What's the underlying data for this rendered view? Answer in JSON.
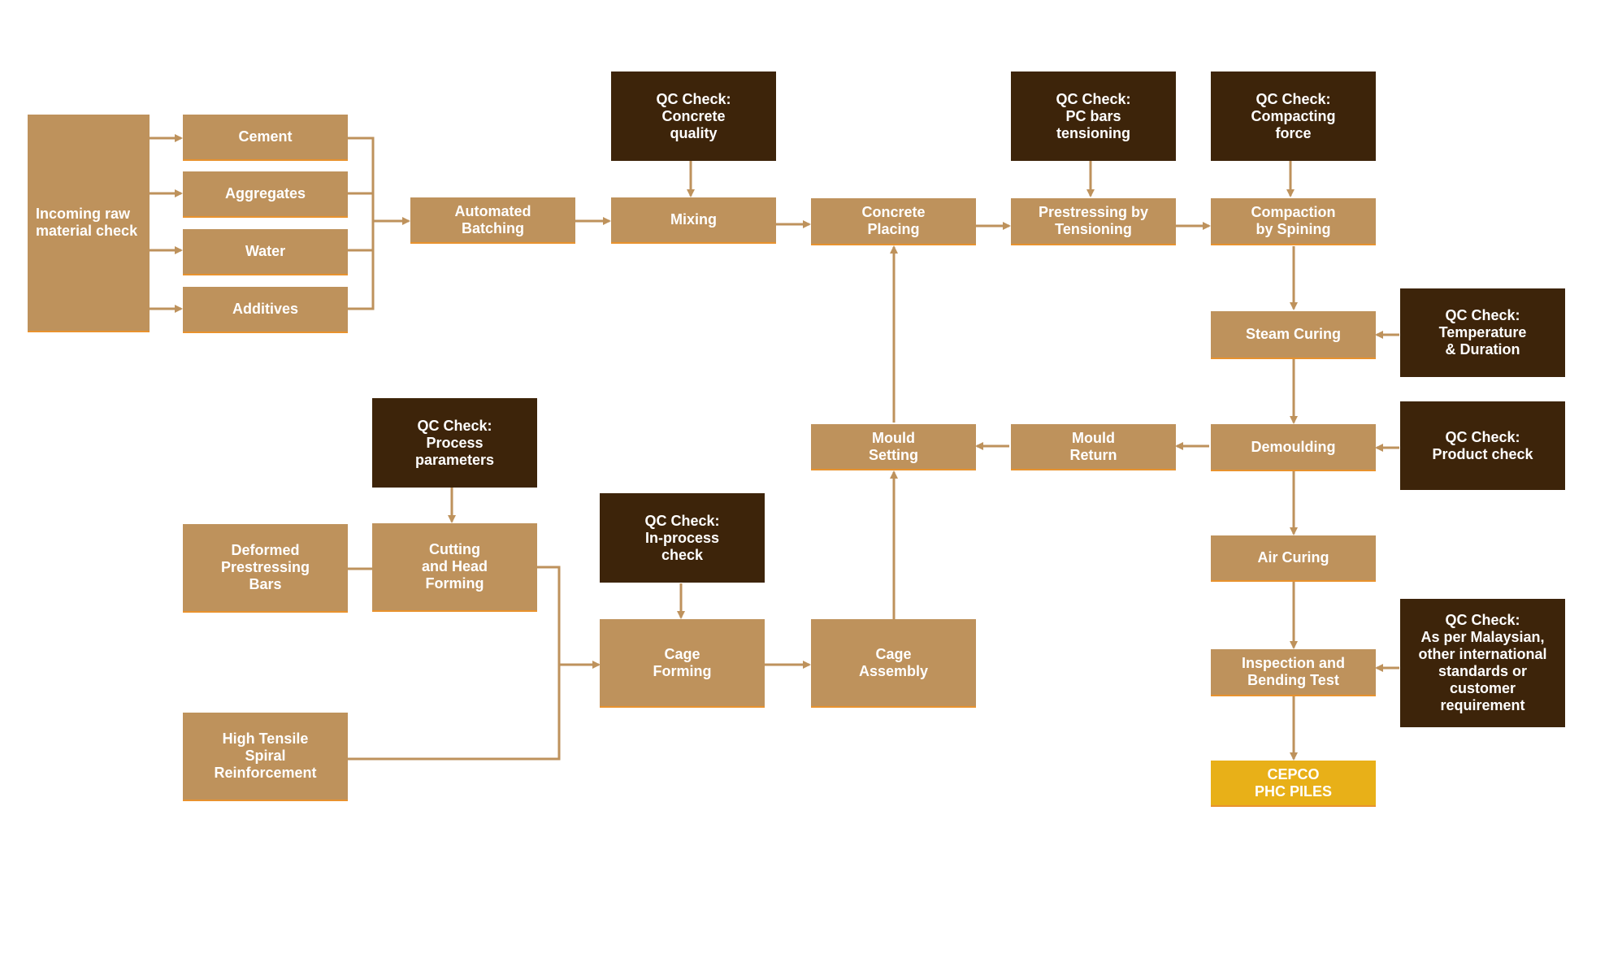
{
  "colors": {
    "process": "#be925c",
    "qc": "#3d240a",
    "final": "#e8b018",
    "connector": "#be925c",
    "underline": "#e8922e"
  },
  "raw": {
    "incoming": "Incoming raw\nmaterial check"
  },
  "materials": {
    "cement": "Cement",
    "aggregates": "Aggregates",
    "water": "Water",
    "additives": "Additives"
  },
  "process": {
    "batching": "Automated\nBatching",
    "mixing": "Mixing",
    "placing": "Concrete\nPlacing",
    "prestressing": "Prestressing by\nTensioning",
    "compaction": "Compaction\nby Spining",
    "steam": "Steam Curing",
    "demoulding": "Demoulding",
    "mould_return": "Mould\nReturn",
    "mould_setting": "Mould\nSetting",
    "air_curing": "Air Curing",
    "inspection": "Inspection and\nBending Test",
    "deformed_bars": "Deformed\nPrestressing\nBars",
    "cutting": "Cutting\nand Head\nForming",
    "spiral": "High Tensile\nSpiral\nReinforcement",
    "cage_forming": "Cage\nForming",
    "cage_assembly": "Cage\nAssembly"
  },
  "final": "CEPCO\nPHC PILES",
  "qc": {
    "concrete_quality": "QC Check:\nConcrete\nquality",
    "pc_bars": "QC Check:\nPC bars\ntensioning",
    "compacting": "QC Check:\nCompacting\nforce",
    "temperature": "QC Check:\nTemperature\n& Duration",
    "product": "QC Check:\nProduct check",
    "process_params": "QC Check:\nProcess\nparameters",
    "in_process": "QC Check:\nIn-process\ncheck",
    "standards": "QC Check:\nAs per Malaysian,\nother international\nstandards or\ncustomer\nrequirement"
  }
}
